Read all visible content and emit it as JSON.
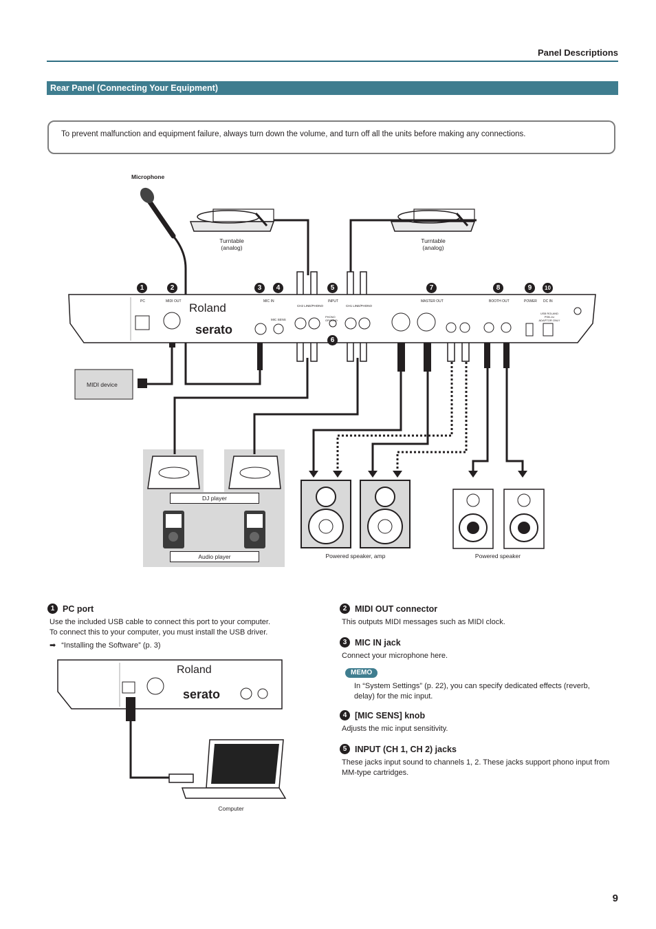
{
  "header": {
    "section": "Panel Descriptions"
  },
  "section_title": "Rear Panel (Connecting Your Equipment)",
  "notice": "To prevent malfunction and equipment failure, always turn down the volume, and turn off all the units before making any connections.",
  "diagram": {
    "microphone": "Microphone",
    "turntable_left": [
      "Turntable",
      "(analog)"
    ],
    "turntable_right": [
      "Turntable",
      "(analog)"
    ],
    "midi_device": "MIDI device",
    "dj_player": "DJ player",
    "audio_player": "Audio player",
    "speaker_amp": "Powered speaker, amp",
    "powered_speaker": "Powered speaker",
    "callouts": [
      "1",
      "2",
      "3",
      "4",
      "5",
      "6",
      "7",
      "8",
      "9",
      "10"
    ],
    "brand_roland": "Roland",
    "brand_serato": "serato",
    "panel_labels": [
      "PC",
      "MIDI OUT",
      "MIC IN",
      "CH2 LINE/PHONO",
      "INPUT",
      "CH1 LINE/PHONO",
      "MASTER OUT",
      "BOOTH OUT",
      "POWER",
      "DC IN",
      "MIC SENS",
      "PHONO GROUND",
      "USB ROLAND PSB-1U ADAPTOR ONLY"
    ]
  },
  "items_left": [
    {
      "num": "1",
      "title": "PC port",
      "lines": [
        "Use the included USB cable to connect this port to your computer.",
        "To connect this to your computer, you must install the USB driver."
      ],
      "ref": "“Installing the Software” (p. 3)"
    }
  ],
  "computer_label": "Computer",
  "items_right": [
    {
      "num": "2",
      "title": "MIDI OUT connector",
      "text": "This outputs MIDI messages such as MIDI clock."
    },
    {
      "num": "3",
      "title": "MIC IN jack",
      "text": "Connect your microphone here."
    },
    {
      "num": "4",
      "title": "[MIC SENS] knob",
      "text": "Adjusts the mic input sensitivity."
    },
    {
      "num": "5",
      "title": "INPUT (CH 1, CH 2) jacks",
      "text": "These jacks input sound to channels 1, 2. These jacks support phono input from MM-type cartridges."
    }
  ],
  "memo": {
    "badge": "MEMO",
    "text": "In “System Settings” (p. 22), you can specify dedicated effects (reverb, delay) for the mic input."
  },
  "page_number": "9",
  "colors": {
    "accent": "#3f7d8f",
    "rule": "#2e6e82",
    "gray_panel": "#d9d9d9"
  }
}
